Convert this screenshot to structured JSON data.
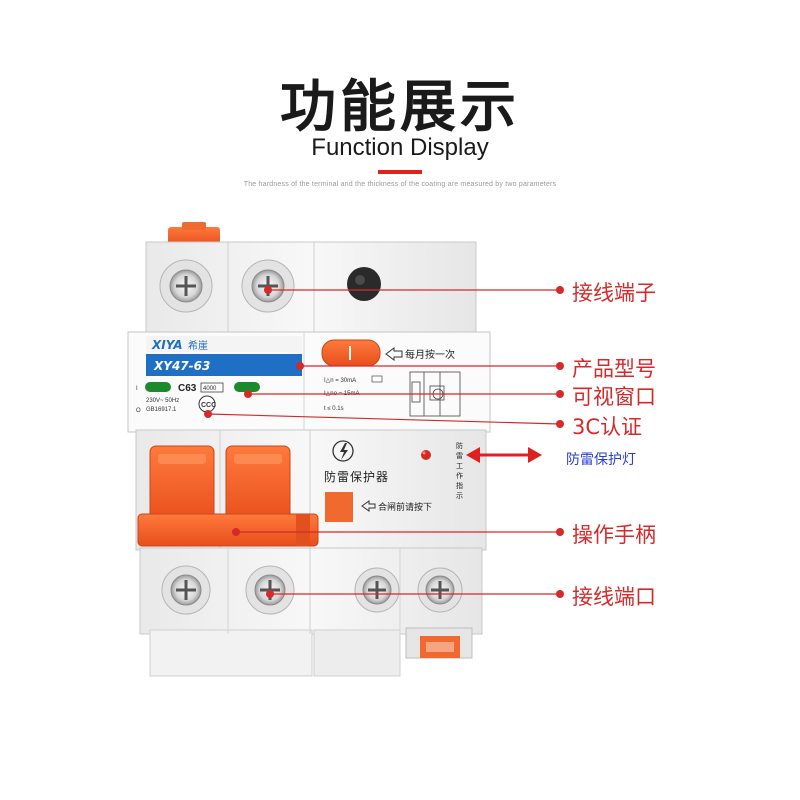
{
  "header": {
    "title": "功能展示",
    "subtitle": "Function Display",
    "note": "The hardness of the terminal and the thickness of the coating are measured by two parameters"
  },
  "device": {
    "brand": "XIYA",
    "brand_cn": "希崖",
    "model": "XY47-63",
    "rating": "C63",
    "breaking": "4000",
    "voltage": "230V~ 50Hz",
    "standard": "GB16917.1",
    "monthly_test": "每月按一次",
    "spec_in": "I△n = 30mA",
    "spec_ino": "I△no = 15mA",
    "spec_t": "t ≤ 0.1s",
    "protector_name": "防雷保护器",
    "press_before": "合闸前请按下",
    "indicator_text": "防雷工作指示",
    "on_mark": "I",
    "off_mark": "O"
  },
  "callouts": {
    "terminal_top": "接线端子",
    "model": "产品型号",
    "window": "可视窗口",
    "cert": "3C认证",
    "lightning_lamp": "防雷保护灯",
    "handle": "操作手柄",
    "terminal_bottom": "接线端口"
  },
  "colors": {
    "accent_red": "#d52a2a",
    "orange": "#f0562a",
    "label_blue": "#1f6fc4",
    "arrow_red": "#e02020",
    "lamp_blue_text": "#2a3fd0"
  }
}
